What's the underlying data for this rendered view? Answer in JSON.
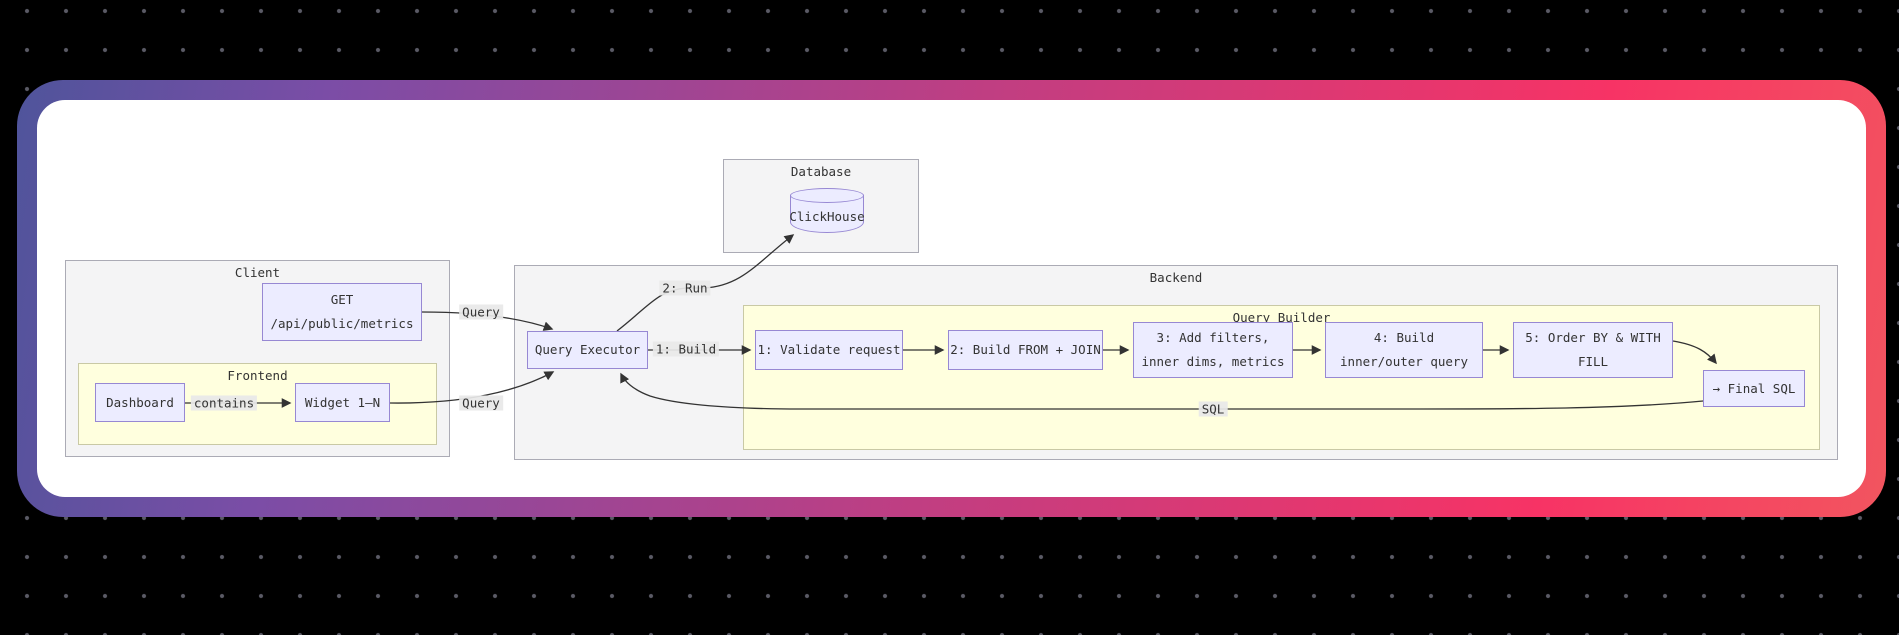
{
  "background": {
    "color": "#000000",
    "dot_color": "#5b5b66"
  },
  "card": {
    "border_gradient": [
      "#4f549b",
      "#7b4da6",
      "#c03e82",
      "#f73365",
      "#f2555f"
    ],
    "surface_color": "#ffffff"
  },
  "diagram": {
    "colors": {
      "node_fill": "#ECECFF",
      "node_border": "#9370DB",
      "cluster_fill": "#f4f4f5",
      "cluster_border": "#ababb5",
      "inner_cluster_fill": "#ffffde",
      "inner_cluster_border": "#c9c9a5",
      "edge": "#333333",
      "text": "#333333",
      "edge_label_bg": "#e8e8e8"
    },
    "subgraphs": {
      "database": "Database",
      "client": "Client",
      "frontend": "Frontend",
      "backend": "Backend",
      "query_builder": "Query Builder"
    },
    "nodes": {
      "clickhouse": "ClickHouse",
      "get_api": {
        "line1": "GET",
        "line2": "/api/public/metrics"
      },
      "dashboard": "Dashboard",
      "widget": "Widget 1–N",
      "query_executor": "Query Executor",
      "step1": "1: Validate request",
      "step2": "2: Build FROM + JOIN",
      "step3": {
        "line1": "3: Add filters,",
        "line2": "inner dims, metrics"
      },
      "step4": {
        "line1": "4: Build",
        "line2": "inner/outer query"
      },
      "step5": {
        "line1": "5: Order BY & WITH",
        "line2": "FILL"
      },
      "final_sql": "→ Final SQL"
    },
    "edge_labels": {
      "query_get": "Query",
      "query_widget": "Query",
      "contains": "contains",
      "run": "2: Run",
      "build": "1: Build",
      "sql": "SQL"
    }
  }
}
